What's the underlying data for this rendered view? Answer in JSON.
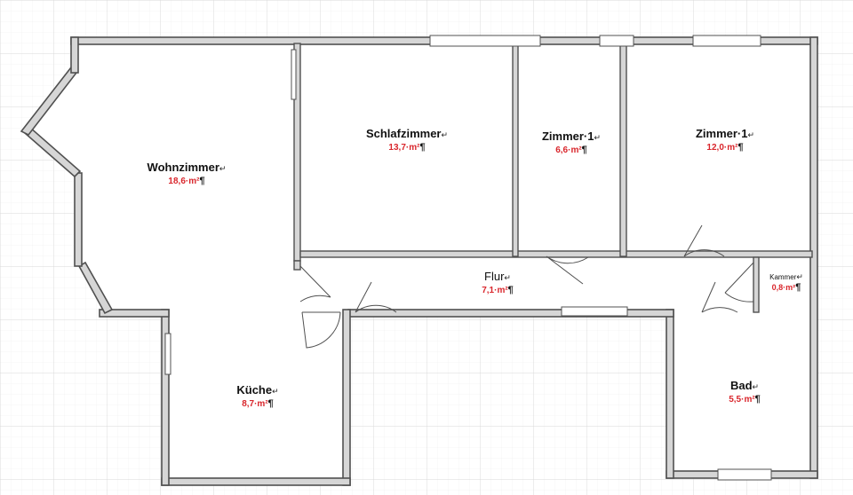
{
  "plan": {
    "rooms": [
      {
        "id": "wohnzimmer",
        "name": "Wohnzimmer",
        "area": "18,6·m²",
        "name_mark": "↵",
        "area_mark": "¶"
      },
      {
        "id": "schlafzimmer",
        "name": "Schlafzimmer",
        "area": "13,7·m²",
        "name_mark": "↵",
        "area_mark": "¶"
      },
      {
        "id": "zimmer-a",
        "name": "Zimmer·1",
        "area": "6,6·m²",
        "name_mark": "↵",
        "area_mark": "¶"
      },
      {
        "id": "zimmer-b",
        "name": "Zimmer·1",
        "area": "12,0·m²",
        "name_mark": "↵",
        "area_mark": "¶"
      },
      {
        "id": "flur",
        "name": "Flur",
        "area": "7,1·m²",
        "name_mark": "↵",
        "area_mark": "¶"
      },
      {
        "id": "kammer",
        "name": "Kammer",
        "area": "0,8·m²",
        "name_mark": "↵",
        "area_mark": "¶"
      },
      {
        "id": "kueche",
        "name": "Küche",
        "area": "8,7·m²",
        "name_mark": "↵",
        "area_mark": "¶"
      },
      {
        "id": "bad",
        "name": "Bad",
        "area": "5,5·m²",
        "name_mark": "↵",
        "area_mark": "¶"
      }
    ],
    "colors": {
      "wall": "#505050",
      "wall_fill": "#d6d6d6",
      "grid": "#e3e3e3",
      "area_text": "#d9262c"
    }
  }
}
